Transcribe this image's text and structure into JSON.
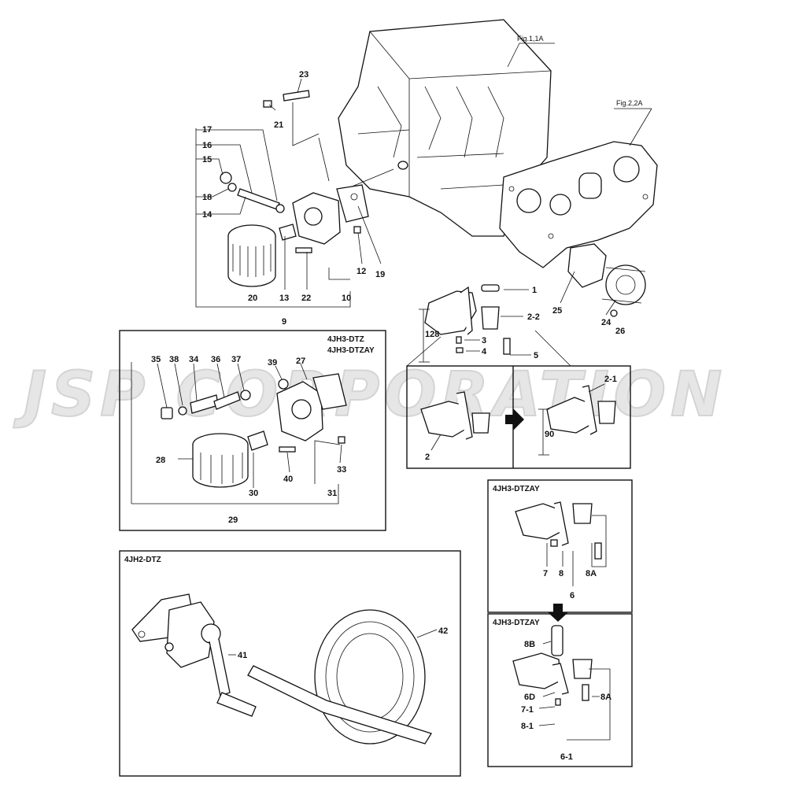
{
  "watermark": "JSP CORPORATION",
  "refs": {
    "block": "Fig.1,1A",
    "gear_case": "Fig.2,2A"
  },
  "headers": {
    "filter_variant_1": "4JH3-DTZ",
    "filter_variant_2": "4JH3-DTZAY",
    "pump_variant": "4JH2-DTZ",
    "sump_variant_a": "4JH3-DTZAY",
    "sump_variant_b": "4JH3-DTZAY"
  },
  "dims": {
    "d128": "128",
    "d90": "90"
  },
  "labels": {
    "p1": "1",
    "p2": "2",
    "p2_1": "2-1",
    "p2_2": "2-2",
    "p3": "3",
    "p4": "4",
    "p5": "5",
    "p6": "6",
    "p6_1": "6-1",
    "p6D": "6D",
    "p7": "7",
    "p7_1": "7-1",
    "p8": "8",
    "p8_1": "8-1",
    "p8A": "8A",
    "p8A_b": "8A",
    "p8B": "8B",
    "p9": "9",
    "p10": "10",
    "p12": "12",
    "p13": "13",
    "p14": "14",
    "p15": "15",
    "p16": "16",
    "p17": "17",
    "p18": "18",
    "p19": "19",
    "p20": "20",
    "p21": "21",
    "p22": "22",
    "p23": "23",
    "p24": "24",
    "p25": "25",
    "p26": "26",
    "p27": "27",
    "p28": "28",
    "p29": "29",
    "p30": "30",
    "p31": "31",
    "p33": "33",
    "p34": "34",
    "p35": "35",
    "p36": "36",
    "p37": "37",
    "p38": "38",
    "p39": "39",
    "p40": "40",
    "p41": "41",
    "p42": "42"
  }
}
